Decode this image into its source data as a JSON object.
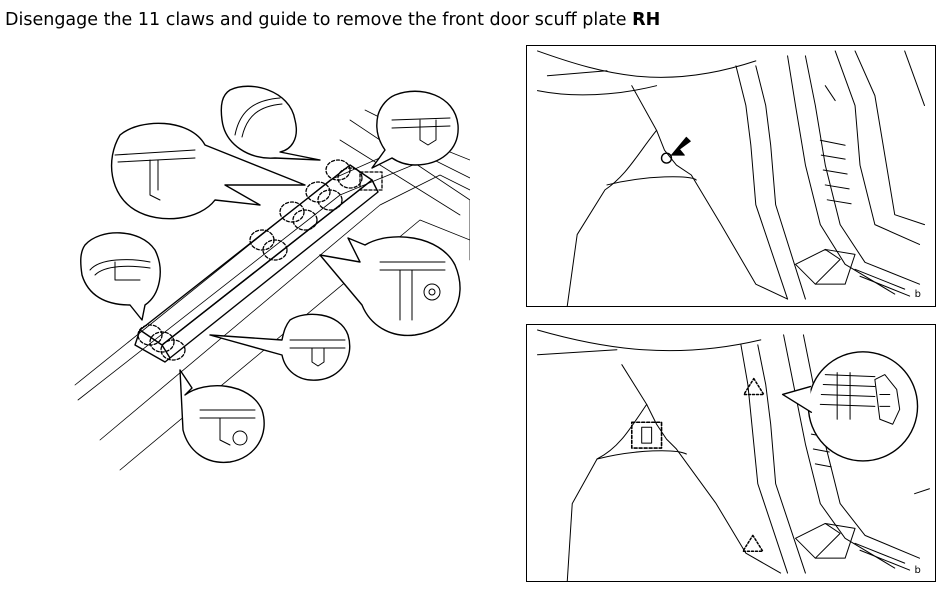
{
  "instruction": {
    "text": "Disengage the 11 claws and guide to remove the front door scuff plate",
    "emphasis": "RH"
  },
  "figures": {
    "overview": {
      "icon": "scuff-plate-claws-illustration"
    },
    "panel_top": {
      "icon": "scuff-plate-screw-location-illustration",
      "label": "b"
    },
    "panel_bottom": {
      "icon": "scuff-plate-guide-location-illustration",
      "label": "b"
    }
  }
}
